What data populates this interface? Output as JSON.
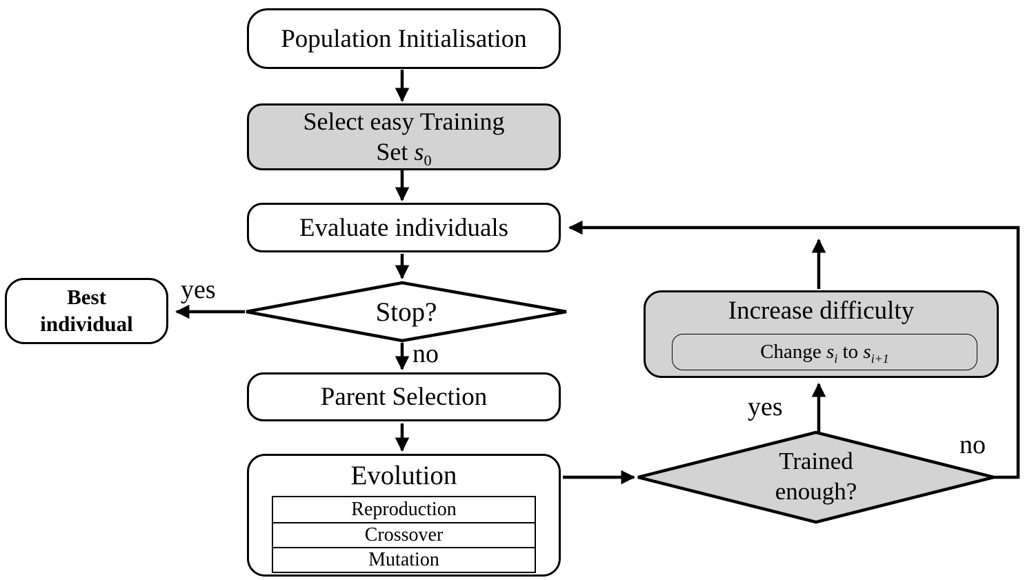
{
  "colors": {
    "node_fill_white": "#ffffff",
    "node_fill_gray": "#d3d3d3",
    "line": "#000000",
    "text": "#000000"
  },
  "nodes": {
    "population_init": {
      "label": "Population Initialisation"
    },
    "select_easy": {
      "line1": "Select easy Training",
      "line2_prefix": "Set ",
      "var": "s",
      "sub": "0"
    },
    "evaluate": {
      "label": "Evaluate individuals"
    },
    "stop_decision": {
      "label": "Stop?"
    },
    "best_individual": {
      "line1": "Best",
      "line2": "individual"
    },
    "parent_selection": {
      "label": "Parent Selection"
    },
    "evolution": {
      "title": "Evolution",
      "operators": [
        "Reproduction",
        "Crossover",
        "Mutation"
      ]
    },
    "trained_decision": {
      "line1": "Trained",
      "line2": "enough?"
    },
    "increase_difficulty": {
      "title": "Increase difficulty",
      "change_prefix": "Change ",
      "var1": "s",
      "sub1": "i",
      "mid": " to ",
      "var2": "s",
      "sub2": "i+1"
    }
  },
  "edge_labels": {
    "stop_yes": "yes",
    "stop_no": "no",
    "trained_yes": "yes",
    "trained_no": "no"
  }
}
